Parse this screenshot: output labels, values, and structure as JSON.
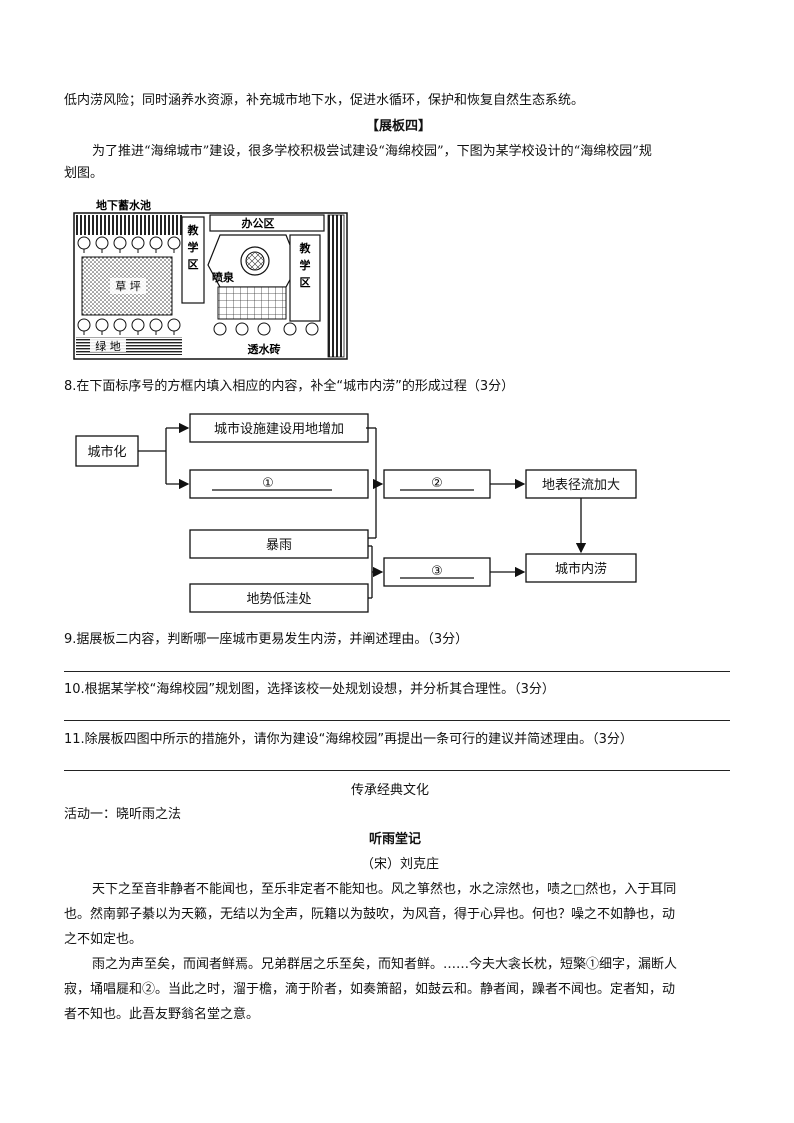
{
  "intro_line": "低内涝风险；同时涵养水资源，补充城市地下水，促进水循环，保护和恢复自然生态系统。",
  "panel4_title": "【展板四】",
  "panel4_text_1": "为了推进“海绵城市”建设，很多学校积极尝试建设“海绵校园”，下图为某学校设计的“海绵校园”规",
  "panel4_text_2": "划图。",
  "map": {
    "underground_pool": "地下蓄水池",
    "teaching_left_1": "教",
    "teaching_left_2": "学",
    "teaching_left_3": "区",
    "office": "办公区",
    "fountain": "喷泉",
    "teaching_right_1": "教",
    "teaching_right_2": "学",
    "teaching_right_3": "区",
    "lawn": "草 坪",
    "green": "绿 地",
    "permeable_brick": "透水砖"
  },
  "q8": "8.在下面标序号的方框内填入相应的内容，补全“城市内涝”的形成过程（3分）",
  "flow": {
    "urbanization": "城市化",
    "box_land_use": "城市设施建设用地增加",
    "box_1": "①",
    "box_rainstorm": "暴雨",
    "box_low": "地势低洼处",
    "box_2": "②",
    "box_3": "③",
    "box_runoff": "地表径流加大",
    "box_waterlogging": "城市内涝"
  },
  "q9": "9.据展板二内容，判断哪一座城市更易发生内涝，并阐述理由。（3分）",
  "q10": "10.根据某学校“海绵校园”规划图，选择该校一处规划设想，并分析其合理性。（3分）",
  "q11": "11.除展板四图中所示的措施外，请你为建设“海绵校园”再提出一条可行的建议并简述理由。（3分）",
  "section_title": "传承经典文化",
  "activity1": "活动一：晓听雨之法",
  "poem_title": "听雨堂记",
  "author": "（宋）刘克庄",
  "para1_line1": "天下之至音非静者不能闻也，至乐非定者不能知也。风之箏然也，水之淙然也，啧之□然也，入于耳同",
  "para1_line2": "也。然南郭子綦以为天籁，无结以为全声，阮籍以为鼓吹，为风音，得于心异也。何也？噪之不如静也，动",
  "para1_line3": "之不如定也。",
  "para2_line1": "雨之为声至矣，而闻者鲜焉。兄弟群居之乐至矣，而知者鲜。……今夫大衾长枕，短檠①细字，漏断人",
  "para2_line2": "寂，埇唱屣和②。当此之时，溜于檐，滴于阶者，如奏箫韶，如鼓云和。静者闻，躁者不闻也。定者知，动",
  "para2_line3": "者不知也。此吾友野翁名堂之意。"
}
